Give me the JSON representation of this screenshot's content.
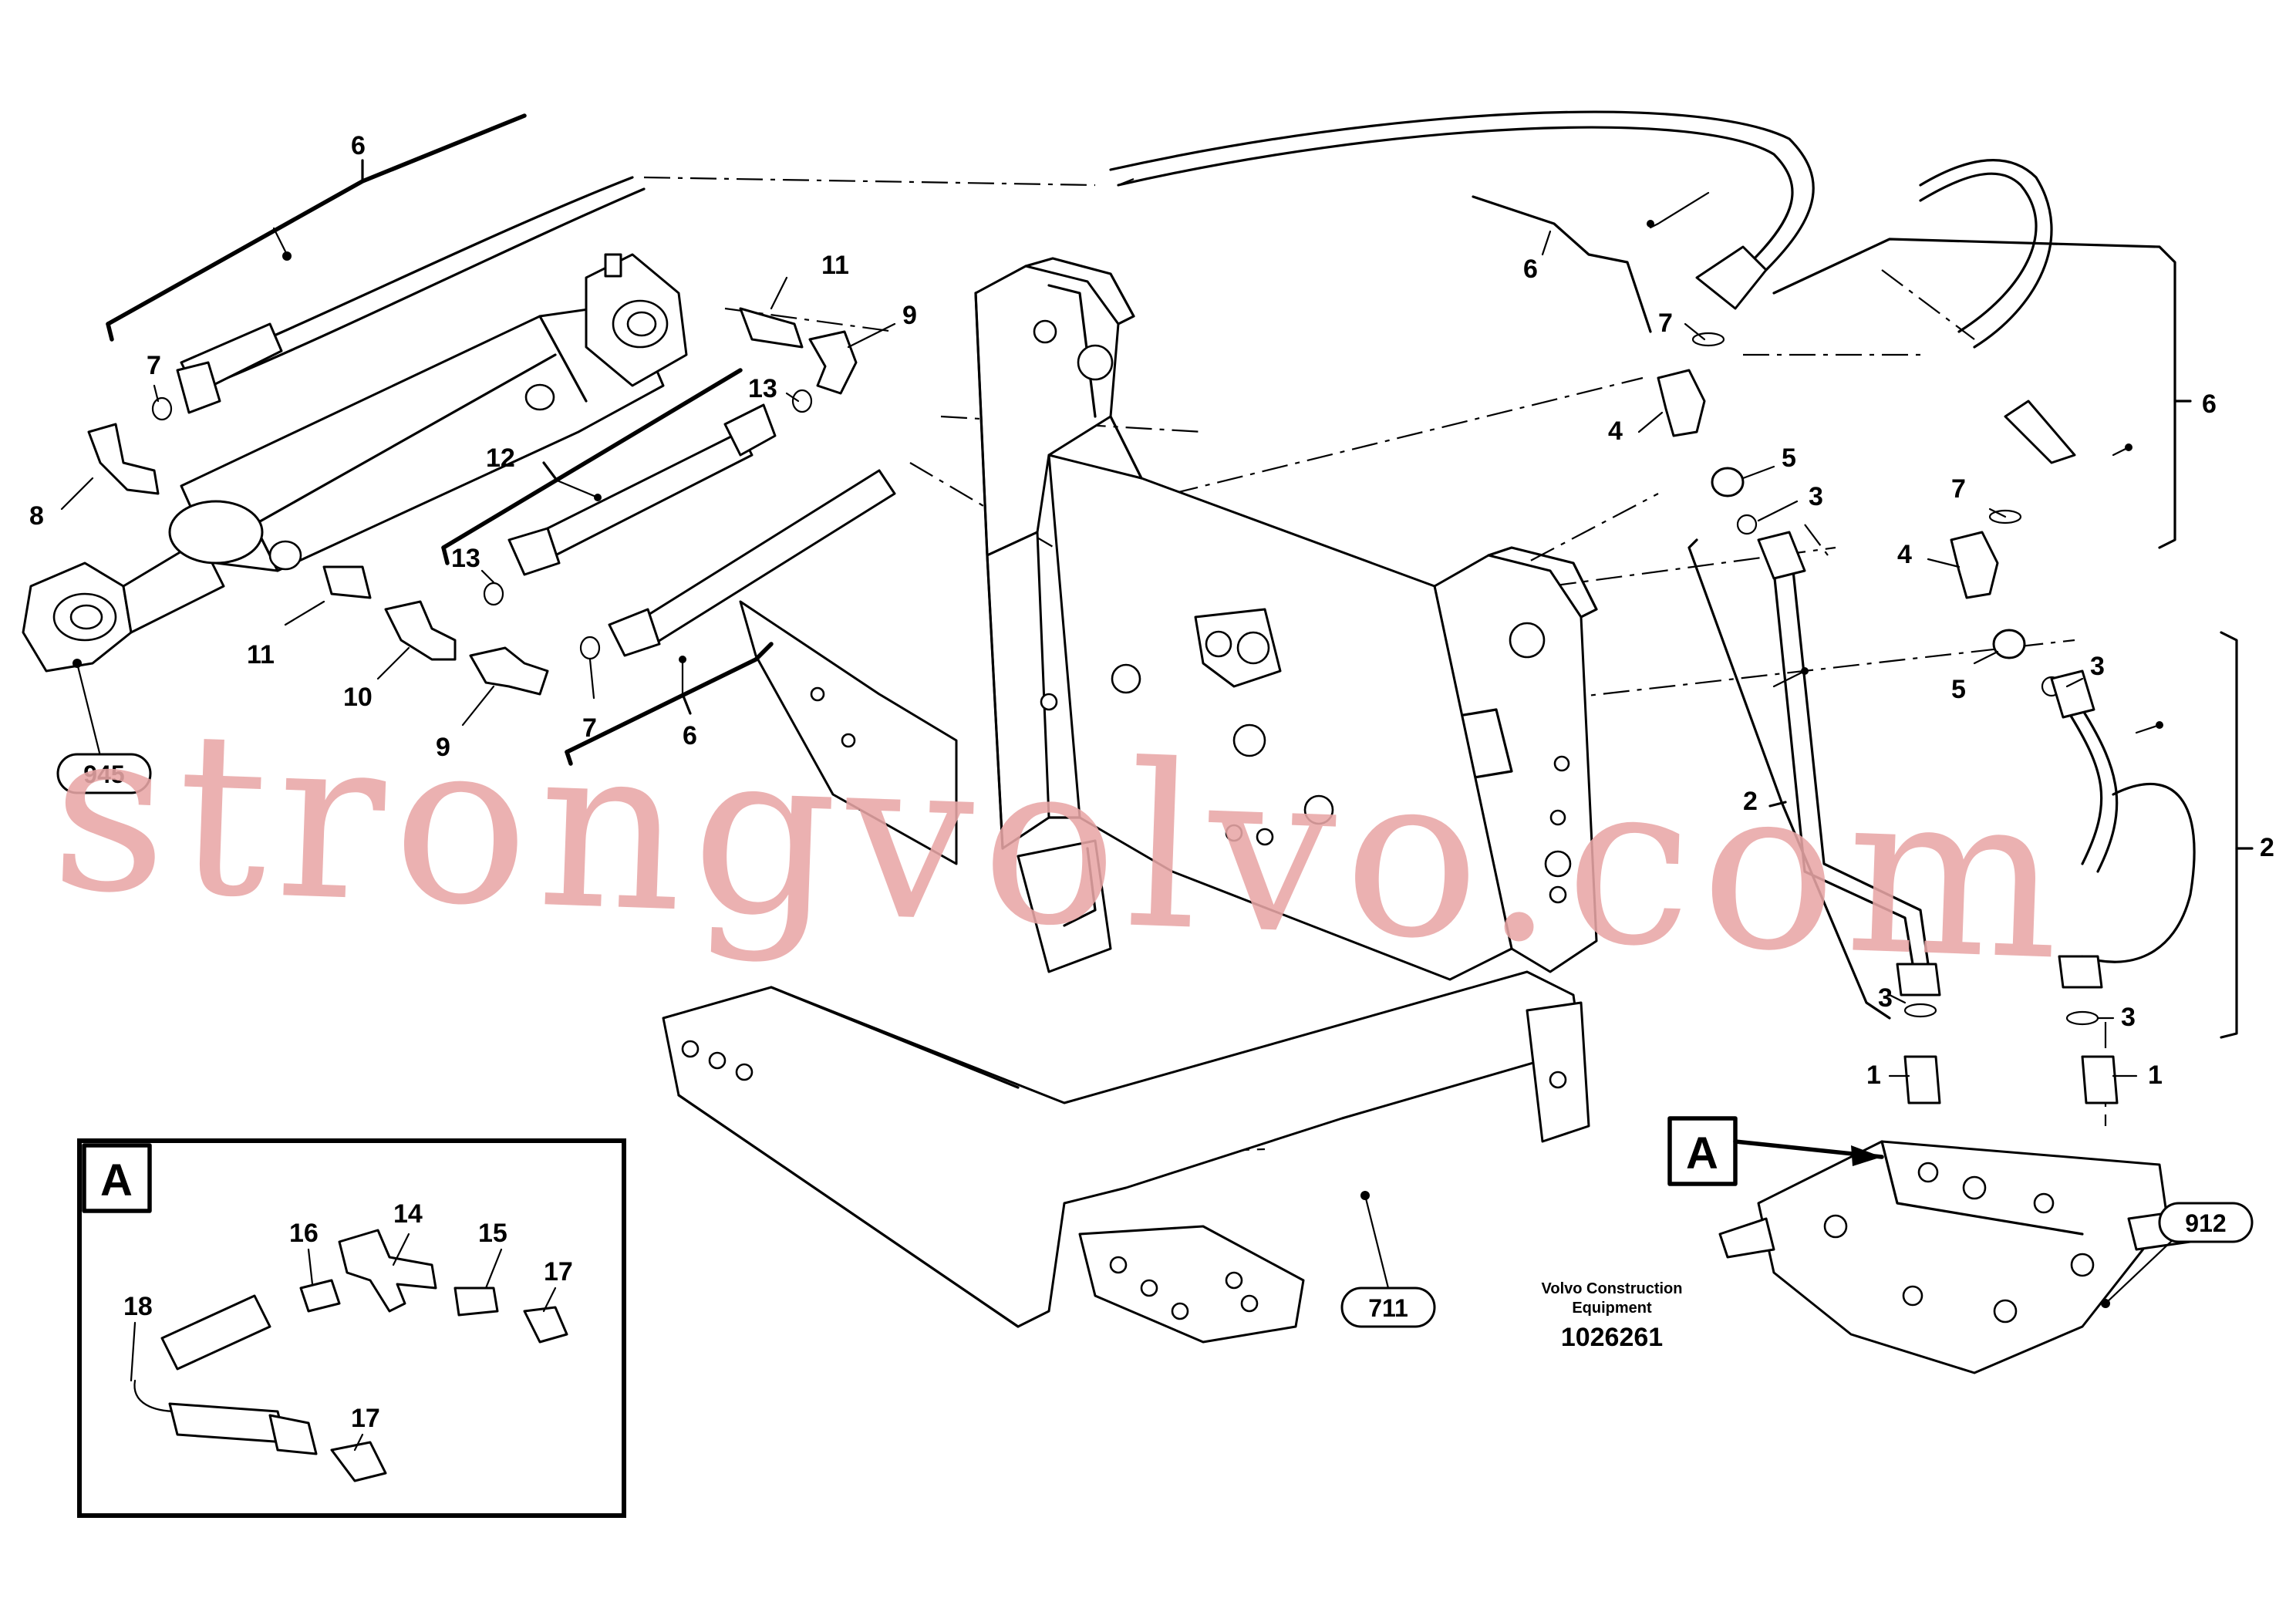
{
  "callouts": {
    "c6a": "6",
    "c7a": "7",
    "c8": "8",
    "c11a": "11",
    "c9a": "9",
    "c13a": "13",
    "c12": "12",
    "c13b": "13",
    "c11b": "11",
    "c10": "10",
    "c9b": "9",
    "c7b": "7",
    "c6b": "6",
    "c6c": "6",
    "c7c": "7",
    "c4a": "4",
    "c5a": "5",
    "c3a": "3",
    "c6d": "6",
    "c7d": "7",
    "c4b": "4",
    "c5b": "5",
    "c3b": "3",
    "c2a": "2",
    "c2b": "2",
    "c3c": "3",
    "c3d": "3",
    "c1a": "1",
    "c1b": "1",
    "d14": "14",
    "d16": "16",
    "d15": "15",
    "d17a": "17",
    "d18": "18",
    "d17b": "17"
  },
  "refs": {
    "r945": "945",
    "r711": "711",
    "r912": "912"
  },
  "view_markers": {
    "main": "A",
    "detail": "A"
  },
  "caption": {
    "brand_line1": "Volvo Construction",
    "brand_line2": "Equipment",
    "doc_number": "1026261"
  },
  "watermark": "strongvolvo.com"
}
